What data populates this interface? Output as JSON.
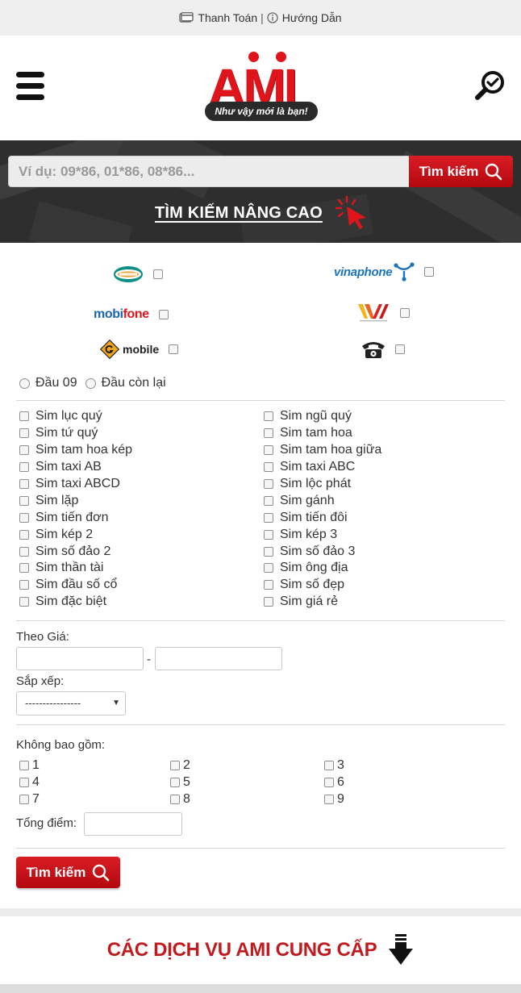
{
  "topbar": {
    "payment": "Thanh Toán",
    "separator": "|",
    "guide": "Hướng Dẫn"
  },
  "logo": {
    "text": "AMI",
    "tagline": "Như vậy mới là bạn!"
  },
  "search": {
    "placeholder": "Ví dụ: 09*86, 01*86, 08*86...",
    "button": "Tìm kiếm",
    "advanced": "TÌM KIẾM NÂNG CAO"
  },
  "carriers": {
    "vinaphone": "vinaphone",
    "mobifone_a": "mobi",
    "mobifone_b": "fone",
    "gmobile": "mobile"
  },
  "heads": [
    "Đầu 09",
    "Đầu còn lại"
  ],
  "sim_types": [
    "Sim lục quý",
    "Sim ngũ quý",
    "Sim tứ quý",
    "Sim tam hoa",
    "Sim tam hoa kép",
    "Sim tam hoa giữa",
    "Sim taxi AB",
    "Sim taxi ABC",
    "Sim taxi ABCD",
    "Sim lộc phát",
    "Sim lặp",
    "Sim gánh",
    "Sim tiến đơn",
    "Sim tiến đôi",
    "Sim kép 2",
    "Sim kép 3",
    "Sim số đảo 2",
    "Sim số đảo 3",
    "Sim thần tài",
    "Sim ông địa",
    "Sim đầu số cổ",
    "Sim số đẹp",
    "Sim đặc biệt",
    "Sim giá rẻ"
  ],
  "price": {
    "label": "Theo Giá:",
    "dash": "-"
  },
  "sort": {
    "label": "Sắp xếp:",
    "value": "----------------"
  },
  "exclude": {
    "label": "Không bao gồm:",
    "digits": [
      "1",
      "2",
      "3",
      "4",
      "5",
      "6",
      "7",
      "8",
      "9"
    ]
  },
  "total": {
    "label": "Tổng điểm:"
  },
  "submit": {
    "label": "Tìm kiếm"
  },
  "services": {
    "title": "CÁC DỊCH VỤ AMI CUNG CẤP"
  },
  "colors": {
    "brand_red": "#e0151c",
    "button_red": "#c4121a",
    "band_dark": "#2e2e2e"
  }
}
